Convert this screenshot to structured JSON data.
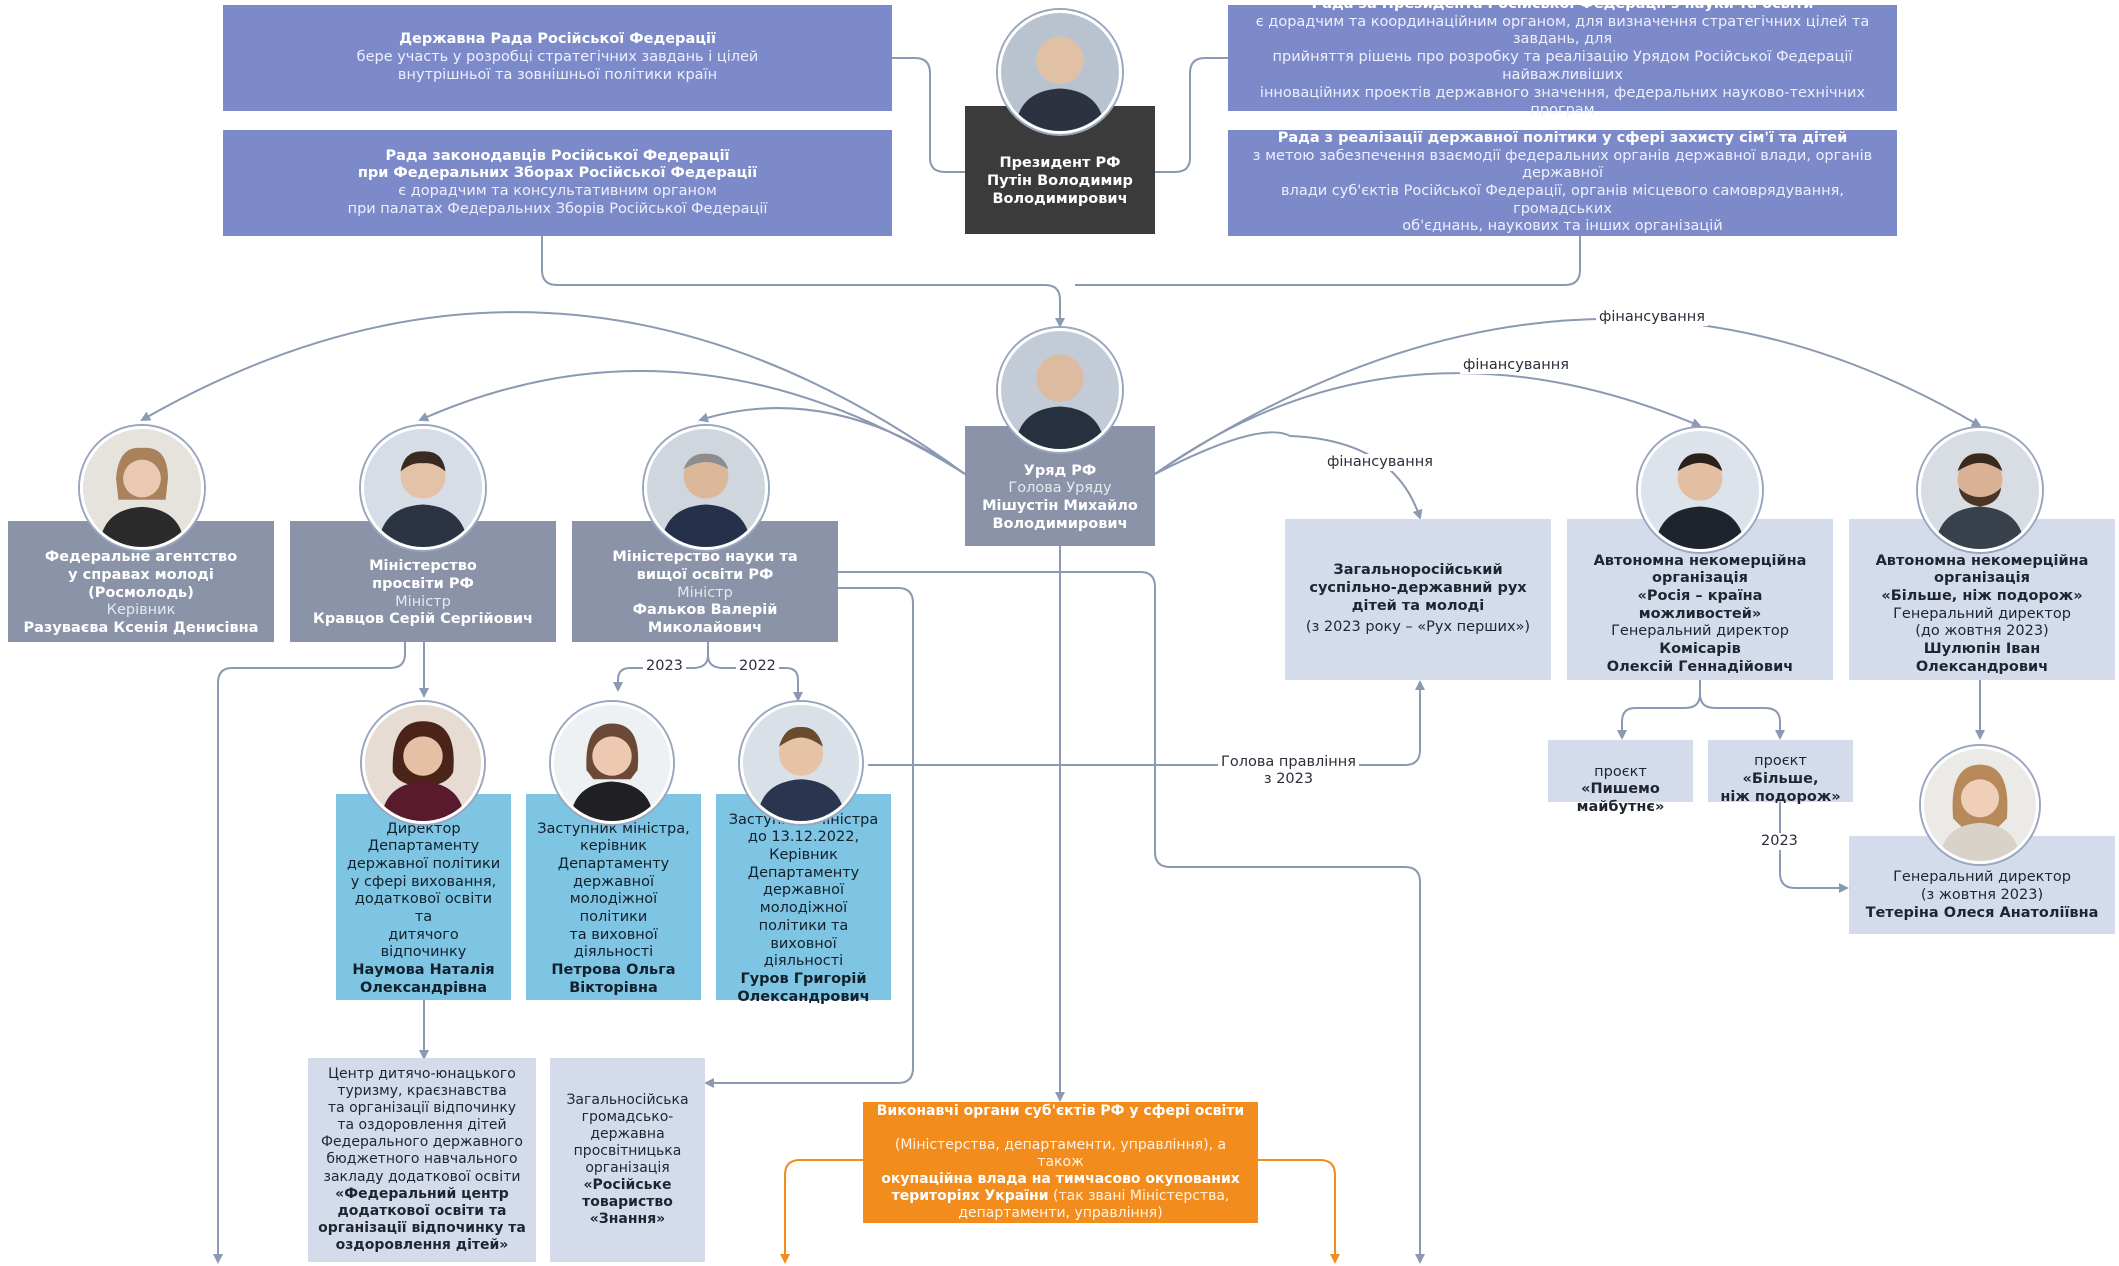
{
  "state_council": {
    "title": "Державна Рада Російської Федерації",
    "desc": "бере участь у розробці стратегічних завдань і цілей\nвнутрішньої та зовнішньої політики країн"
  },
  "legislators_council": {
    "title": "Рада законодавців Російської Федерації\nпри Федеральних Зборах Російської Федерації",
    "desc": "є дорадчим та консультативним органом\nпри палатах Федеральних Зборів Російської Федерації"
  },
  "science_council": {
    "title": "Рада за Президента Російської Федерації з науки та освіти",
    "desc": "є дорадчим та координаційним органом, для визначення стратегічних цілей та завдань, для\nприйняття рішень про розробку та реалізацію Урядом Російської Федерації найважливіших\nінноваційних проектів державного значення, федеральних науково-технічних програм"
  },
  "family_council": {
    "title": "Рада з реалізації державної політики у сфері захисту сім'ї та дітей",
    "desc": "з метою забезпечення взаємодії федеральних органів державної влади, органів державної\nвлади суб'єктів Російської Федерації, органів місцевого самоврядування, громадських\nоб'єднань, наукових та інших організацій"
  },
  "president": {
    "title": "Президент РФ",
    "name": "Путін Володимир\nВолодимирович"
  },
  "government": {
    "title": "Уряд РФ",
    "role": "Голова Уряду",
    "name": "Мішустін Михайло\nВолодимирович"
  },
  "rosmolodezh": {
    "title": "Федеральне агентство\nу справах молоді (Росмолодь)",
    "role": "Керівник",
    "name": "Разуваєва Ксенія Денисівна"
  },
  "minprosv": {
    "title": "Міністерство\nпросвіти РФ",
    "role": "Міністр",
    "name": "Кравцов Серій Сергійович"
  },
  "minobrnauki": {
    "title": "Міністерство науки та\nвищої освіти РФ",
    "role": "Міністр",
    "name": "Фальков Валерій Миколайович"
  },
  "movement": {
    "title": "Загальноросійський\nсуспільно-державний рух\nдітей та молоді",
    "note": "(з 2023 року – «Рух перших»)"
  },
  "russia_opportunities": {
    "title": "Автономна некомерційна\nорганізація\n«Росія – країна можливостей»",
    "role": "Генеральний директор",
    "name": "Комісарів\nОлексій Геннадійович"
  },
  "more_than_trip": {
    "title": "Автономна некомерційна\nорганізація\n«Більше, ніж подорож»",
    "role": "Генеральний директор\n(до жовтня 2023)",
    "name": "Шулюпін Іван Олександрович"
  },
  "naumova": {
    "role": "Директор\nДепартаменту\nдержавної політики\nу сфері виховання,\nдодаткової освіти та\nдитячого відпочинку",
    "name": "Наумова Наталія\nОлександрівна"
  },
  "petrova": {
    "role": "Заступник міністра,\nкерівник\nДепартаменту\nдержавної\nмолодіжної політики\nта виховної діяльності",
    "name": "Петрова Ольга\nВікторівна"
  },
  "gurov": {
    "role": "Заступник Міністра\nдо 13.12.2022,\nКерівник\nДепартаменту\nдержавної молодіжної\nполітики та виховної\nдіяльності",
    "name": "Гуров Григорій\nОлександрович"
  },
  "project_write": {
    "prefix": "проєкт ",
    "name": "«Пишемо\nмайбутнє»"
  },
  "project_trip": {
    "prefix": "проєкт ",
    "name": "«Більше,\nніж подорож»"
  },
  "teterina": {
    "role": "Генеральний директор\n(з жовтня 2023)",
    "name": "Тетеріна Олеся Анатоліївна"
  },
  "tourism_center": {
    "desc": "Центр дитячо-юнацького\nтуризму, краєзнавства\nта організації відпочинку\nта оздоровлення дітей\nФедерального державного\nбюджетного навчального\nзакладу додаткової освіти",
    "name": "«Федеральний центр\nдодаткової освіти та\nорганізації відпочинку та\nоздоровлення дітей»"
  },
  "znanie": {
    "desc": "Загальносійська\nгромадсько-\nдержавна\nпросвітницька\nорганізація",
    "name": "«Російське\nтовариство\n«Знання»"
  },
  "executive": {
    "t1": "Виконавчі органи суб'єктів РФ у сфері освіти",
    "t2": "(Міністерства, департаменти, управління), а також",
    "t3": "окупаційна влада на тимчасово окупованих\nтериторіях України",
    "t4": " (так звані Міністерства,\nдепартаменти, управління)"
  },
  "labels": {
    "fin1": "фінансування",
    "fin2": "фінансування",
    "fin3": "фінансування",
    "y2023": "2023",
    "y2022": "2022",
    "head_board": "Голова правління\nз 2023",
    "y2023b": "2023"
  },
  "colors": {
    "blue": "#7d8ac9",
    "dark": "#3b3b3b",
    "grey": "#8a93a8",
    "light": "#d4dcec",
    "sky": "#7ec4e3",
    "orange": "#f28c1c",
    "line": "#8c99b3"
  },
  "icons": [
    "person-portrait-icon",
    "arrow-icon"
  ]
}
